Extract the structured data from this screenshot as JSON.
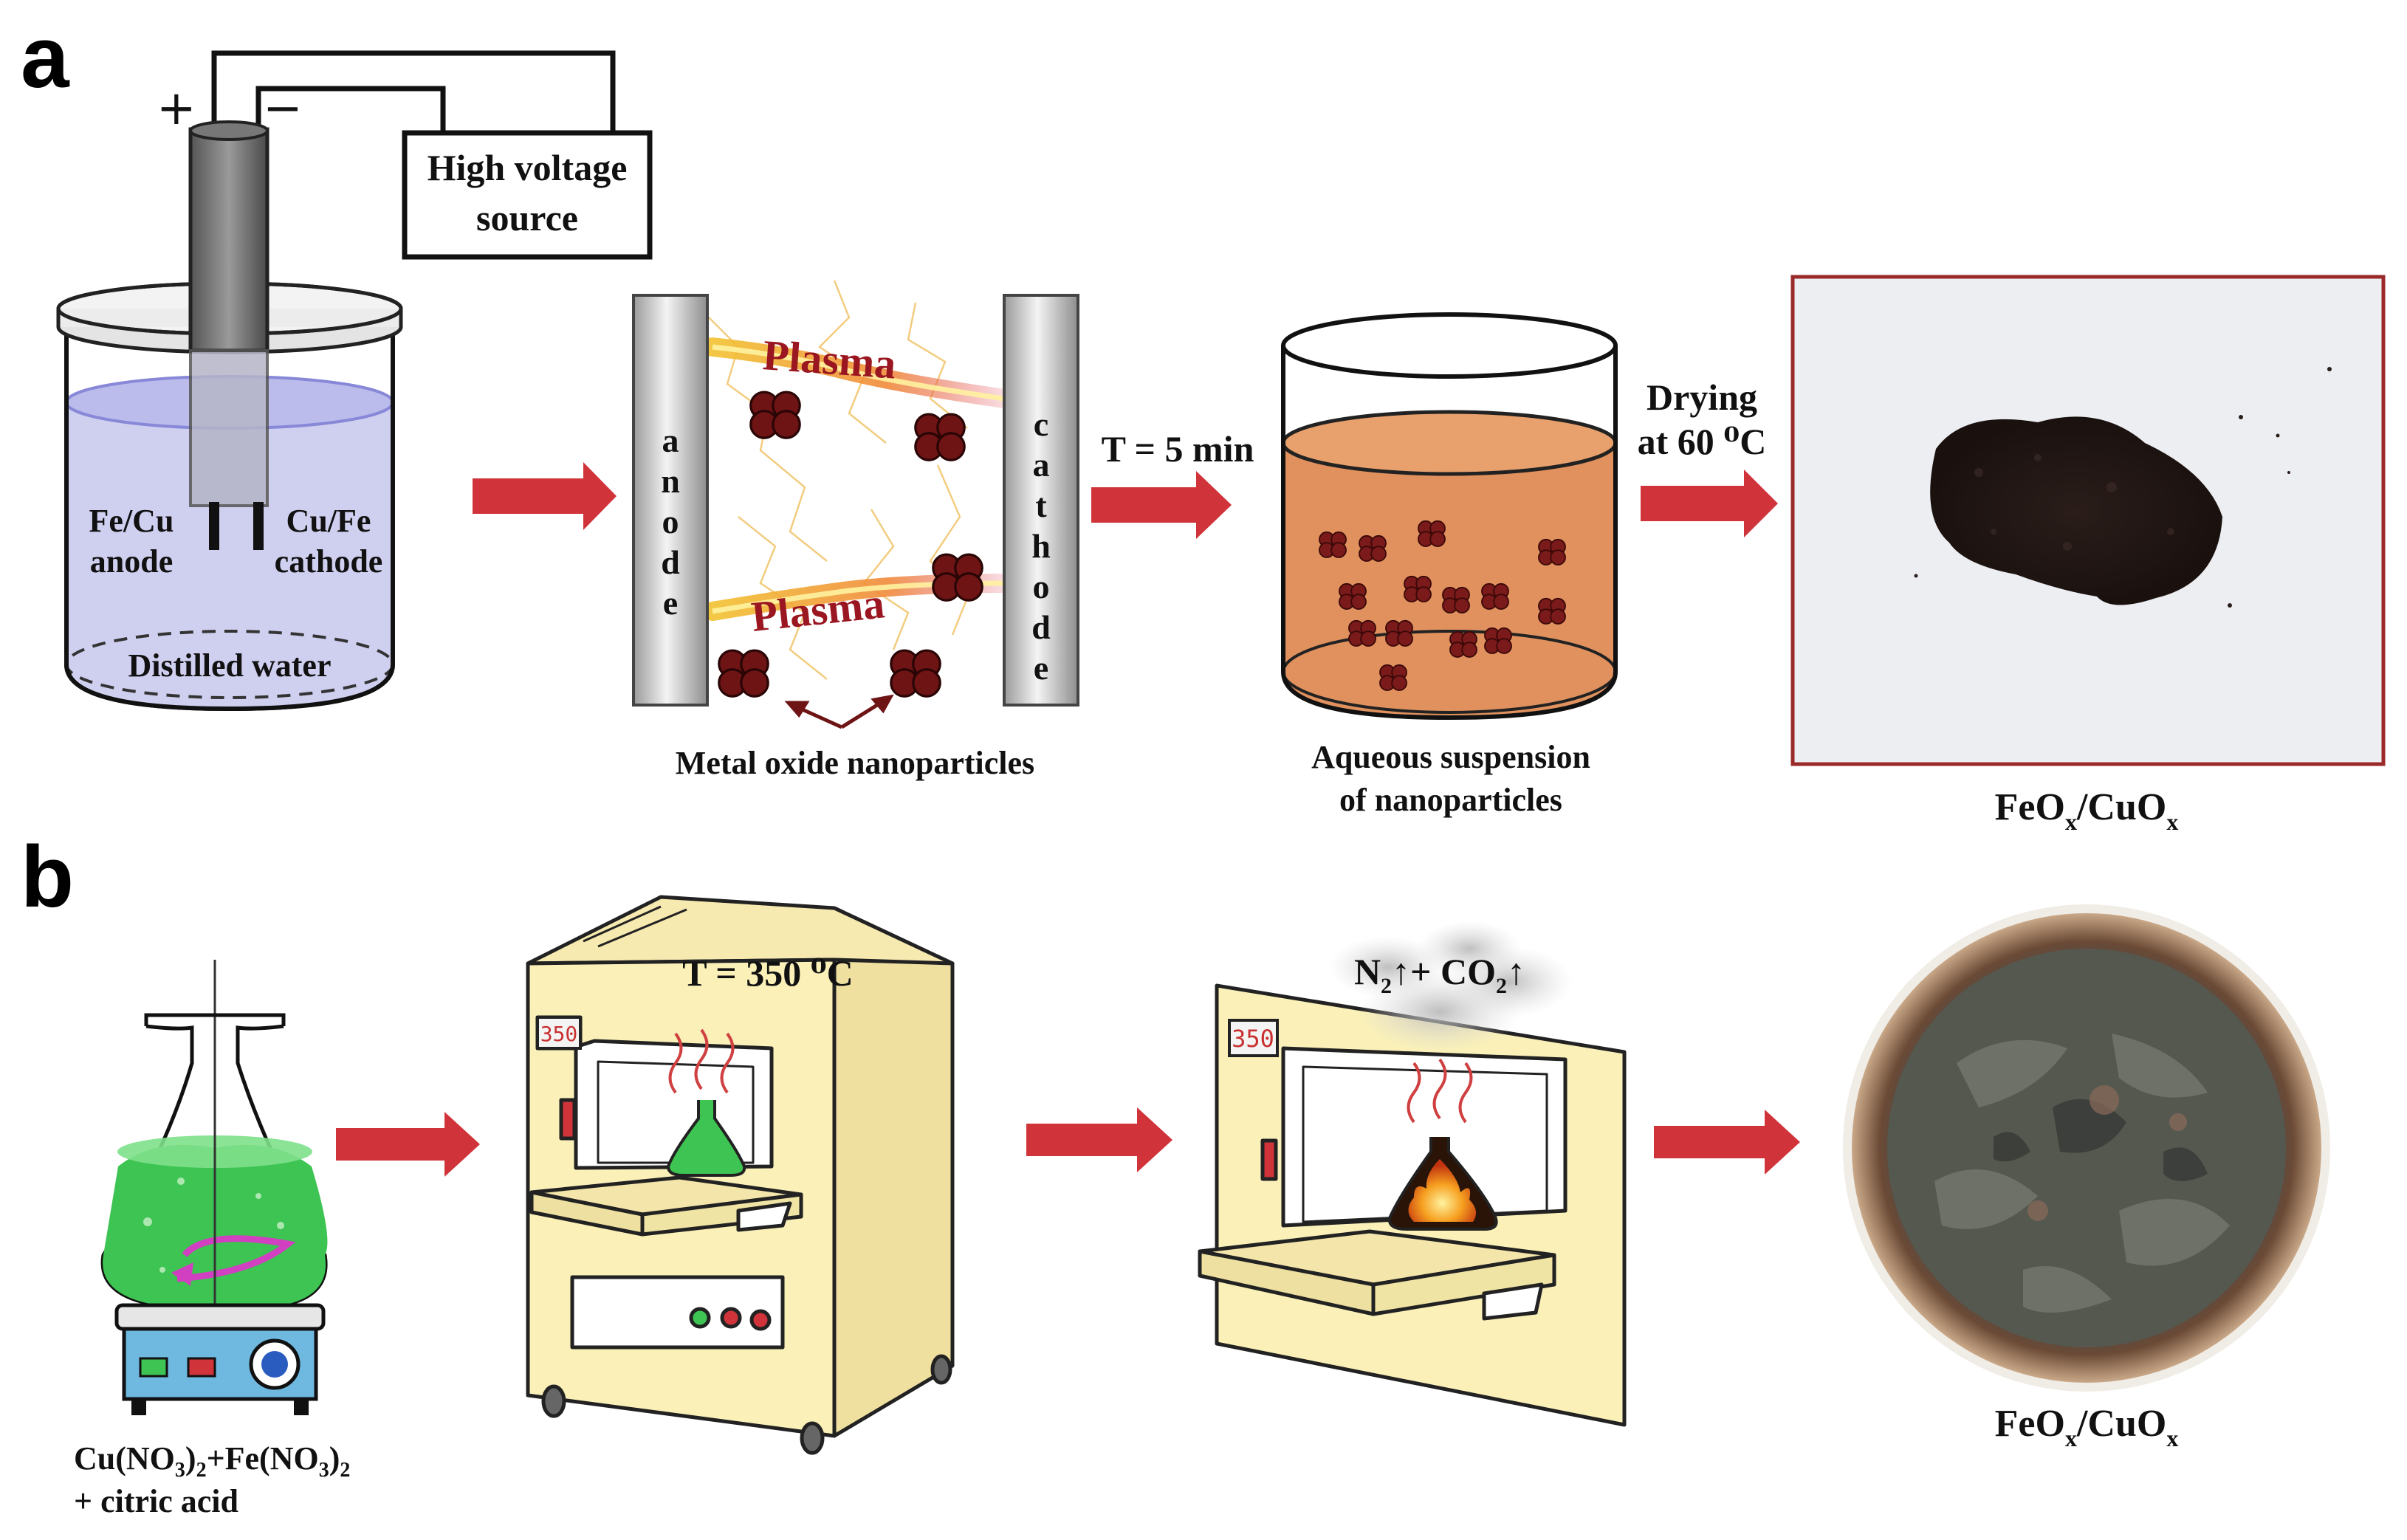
{
  "panel_a": {
    "letter": "a",
    "plus_sign": "+",
    "minus_sign": "−",
    "power_source": [
      "High voltage",
      "source"
    ],
    "anode_label": [
      "Fe/Cu",
      "anode"
    ],
    "cathode_label": [
      "Cu/Fe",
      "cathode"
    ],
    "water_label": "Distilled water",
    "electrode_anode": [
      "a",
      "n",
      "o",
      "d",
      "e"
    ],
    "electrode_cathode": [
      "c",
      "a",
      "t",
      "h",
      "o",
      "d",
      "e"
    ],
    "plasma_label": "Plasma",
    "nanoparticles_label": "Metal oxide nanoparticles",
    "time_label": "T = 5 min",
    "suspension_label": [
      "Aqueous suspension",
      "of nanoparticles"
    ],
    "drying_label": [
      "Drying",
      "at 60 ⁰C"
    ],
    "product_label": {
      "a": "FeO",
      "b": "x",
      "c": "/CuO",
      "d": "x"
    }
  },
  "panel_b": {
    "letter": "b",
    "precursor_label": {
      "line1": {
        "p1": "Cu(NO",
        "s1": "3",
        "p2": ")",
        "s2": "2",
        "p3": "+Fe(NO",
        "s3": "3",
        "p4": ")",
        "s4": "2"
      },
      "line2": "+ citric acid"
    },
    "oven_display": "350",
    "temperature_label": "T = 350 ⁰C",
    "gas_label": {
      "p1": "N",
      "s1": "2",
      "p2": "↑+ CO",
      "s2": "2",
      "p3": "↑"
    },
    "product_label": {
      "a": "FeO",
      "b": "x",
      "c": "/CuO",
      "d": "x"
    }
  },
  "colors": {
    "arrow": "#d0343a",
    "nanoparticle": "#6e1414",
    "water": "#cfcff0",
    "suspension": "#e0915e",
    "oven": "#faf0b8",
    "solution": "#3dc452",
    "plasma_text": "#9a1620",
    "photo_frame": "#9a2a2a"
  }
}
